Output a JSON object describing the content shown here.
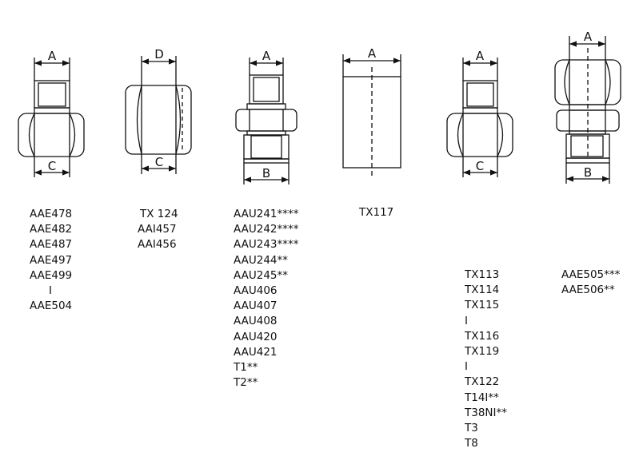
{
  "figures": [
    {
      "id": "f1",
      "dims": {
        "top": "A",
        "bottom": "C"
      },
      "labels": [
        "AAE478",
        "AAE482",
        "AAE487",
        "AAE497",
        "AAE499",
        "I",
        "AAE504"
      ]
    },
    {
      "id": "f2",
      "dims": {
        "top": "D",
        "bottom": "C"
      },
      "labels": [
        "TX 124",
        "AAI457",
        "AAI456"
      ]
    },
    {
      "id": "f3",
      "dims": {
        "top": "A",
        "bottom": "B"
      },
      "labels": [
        "AAU241****",
        "AAU242****",
        "AAU243****",
        "AAU244**",
        "AAU245**",
        "AAU406",
        "AAU407",
        "AAU408",
        "AAU420",
        "AAU421",
        "T1**",
        "T2**"
      ]
    },
    {
      "id": "f4",
      "dims": {
        "top": "A"
      },
      "labels": [
        "TX117"
      ]
    },
    {
      "id": "f5",
      "dims": {
        "top": "A",
        "bottom": "C"
      },
      "labels": [
        "TX113",
        "TX114",
        "TX115",
        "I",
        "TX116",
        "TX119",
        "I",
        "TX122",
        "T14I**",
        "T38NI**",
        "T3",
        "T8"
      ]
    },
    {
      "id": "f6",
      "dims": {
        "top": "A",
        "bottom": "B"
      },
      "labels": [
        "AAE505***",
        "AAE506**"
      ]
    }
  ],
  "colors": {
    "line": "#111111",
    "background": "#ffffff"
  }
}
